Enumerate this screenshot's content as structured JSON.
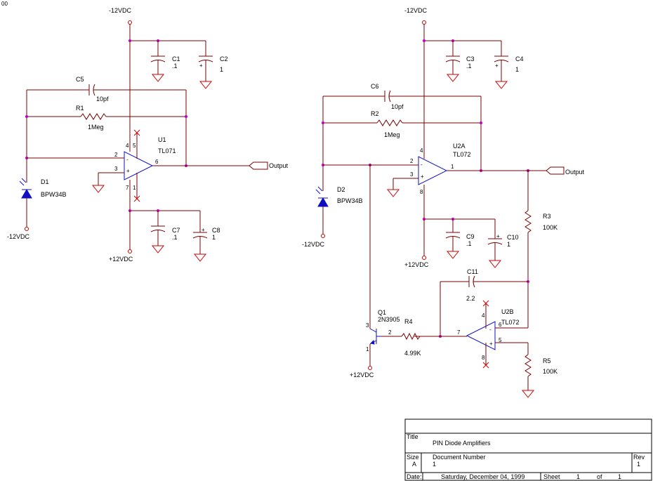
{
  "page_marker": "00",
  "supplies": {
    "neg_u1": "-12VDC",
    "pos_u1": "+12VDC",
    "neg_d1": "-12VDC",
    "neg_u2": "-12VDC",
    "pos_u2": "+12VDC",
    "neg_d2": "-12VDC",
    "pos_q1": "+12VDC"
  },
  "components": {
    "c1": {
      "ref": "C1",
      "value": ".1"
    },
    "c2": {
      "ref": "C2",
      "value": "1"
    },
    "c3": {
      "ref": "C3",
      "value": ".1"
    },
    "c4": {
      "ref": "C4",
      "value": "1"
    },
    "c5": {
      "ref": "C5",
      "value": "10pf"
    },
    "c6": {
      "ref": "C6",
      "value": "10pf"
    },
    "c7": {
      "ref": "C7",
      "value": ".1"
    },
    "c8": {
      "ref": "C8",
      "value": "1"
    },
    "c9": {
      "ref": "C9",
      "value": ".1"
    },
    "c10": {
      "ref": "C10",
      "value": "1"
    },
    "c11": {
      "ref": "C11",
      "value": "2.2"
    },
    "r1": {
      "ref": "R1",
      "value": "1Meg"
    },
    "r2": {
      "ref": "R2",
      "value": "1Meg"
    },
    "r3": {
      "ref": "R3",
      "value": "100K"
    },
    "r4": {
      "ref": "R4",
      "value": "4.99K"
    },
    "r5": {
      "ref": "R5",
      "value": "100K"
    },
    "d1": {
      "ref": "D1",
      "value": "BPW34B"
    },
    "d2": {
      "ref": "D2",
      "value": "BPW34B"
    },
    "u1": {
      "ref": "U1",
      "value": "TL071"
    },
    "u2a": {
      "ref": "U2A",
      "value": "TL072"
    },
    "u2b": {
      "ref": "U2B",
      "value": "TL072"
    },
    "q1": {
      "ref": "Q1",
      "value": "2N3905"
    }
  },
  "pins": {
    "u1": {
      "p2": "2",
      "p3": "3",
      "p6": "6",
      "p4": "4",
      "p5": "5",
      "p7": "7",
      "p1": "1"
    },
    "u2a": {
      "p2": "2",
      "p3": "3",
      "p1": "1",
      "p4": "4",
      "p8": "8"
    },
    "u2b": {
      "p7": "7",
      "p6": "6",
      "p5": "5",
      "p4": "4",
      "p8": "8"
    },
    "q1": {
      "p3": "3",
      "p2": "2",
      "p1": "1"
    }
  },
  "op_symbols": {
    "minus": "-",
    "plus": "+"
  },
  "ports": {
    "output1": "Output",
    "output2": "Output"
  },
  "title_block": {
    "title_label": "Title",
    "title": "PIN Diode Amplifiers",
    "size_label": "Size",
    "size": "A",
    "docnum_label": "Document Number",
    "docnum": "1",
    "rev_label": "Rev",
    "rev": "1",
    "date_label": "Date:",
    "date": "Saturday, December 04, 1999",
    "sheet_label": "Sheet",
    "sheet": "1",
    "of_label": "of",
    "sheet_total": "1"
  }
}
